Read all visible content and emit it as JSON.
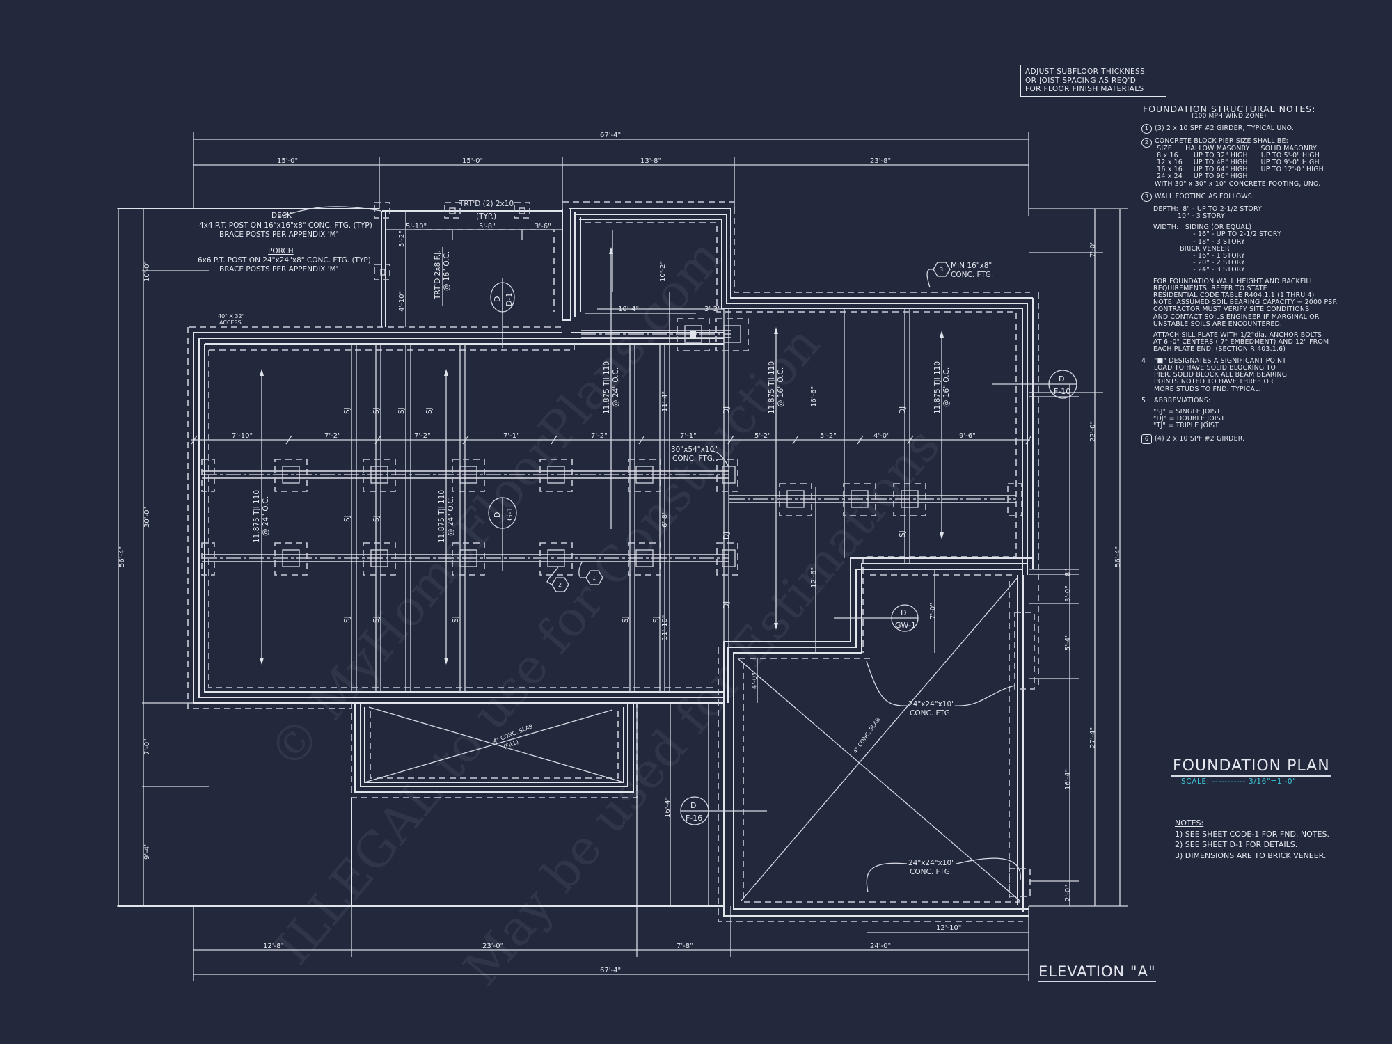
{
  "sheet": {
    "title": "FOUNDATION PLAN",
    "scale_label": "SCALE: ----------- 3/16\"=1'-0\"",
    "elevation_label": "ELEVATION \"A\"",
    "colors": {
      "background": "#23293d",
      "linework": "#e2e4ec",
      "scale_accent": "#3ec7d8"
    }
  },
  "adjust_note": {
    "lines": [
      "ADJUST SUBFLOOR THICKNESS",
      "OR JOIST SPACING AS REQ'D",
      "FOR FLOOR FINISH MATERIALS"
    ]
  },
  "structural_notes": {
    "title": "FOUNDATION STRUCTURAL NOTES:",
    "subtitle": "(100 MPH WIND ZONE)",
    "items": [
      {
        "num": "1",
        "style": "circle",
        "text": "(3) 2 x 10 SPF #2 GIRDER, TYPICAL UNO."
      },
      {
        "num": "2",
        "style": "circle",
        "text": "CONCRETE BLOCK PIER SIZE SHALL BE:\n SIZE      HALLOW MASONRY     SOLID MASONRY\n 8 x 16       UP TO 32\" HIGH      UP TO 5'-0\" HIGH\n 12 x 16     UP TO 48\" HIGH      UP TO 9'-0\" HIGH\n 16 x 16     UP TO 64\" HIGH      UP TO 12'-0\" HIGH\n 24 x 24     UP TO 96\" HIGH\nWITH 30\" x 30\" x 10\" CONCRETE FOOTING, UNO."
      },
      {
        "num": "3",
        "style": "circle",
        "text": "WALL FOOTING AS FOLLOWS:"
      },
      {
        "num": "",
        "style": "none",
        "text": "DEPTH:  8\" - UP TO 2-1/2 STORY\n           10\" - 3 STORY"
      },
      {
        "num": "",
        "style": "none",
        "text": "WIDTH:   SIDING (OR EQUAL)\n                  - 16\" - UP TO 2-1/2 STORY\n                  - 18\" - 3 STORY\n            BRICK VENEER\n                  - 16\" - 1 STORY\n                  - 20\" - 2 STORY\n                  - 24\" - 3 STORY"
      },
      {
        "num": "",
        "style": "none",
        "text": "FOR FOUNDATION WALL HEIGHT AND BACKFILL\nREQUIREMENTS, REFER TO STATE\nRESIDENTIAL CODE TABLE R404.1.1 (1 THRU 4)\nNOTE: ASSUMED SOIL BEARING CAPACITY = 2000 PSF.\nCONTRACTOR MUST VERIFY SITE CONDITIONS\nAND CONTACT SOILS ENGINEER IF MARGINAL OR\nUNSTABLE SOILS ARE ENCOUNTERED."
      },
      {
        "num": "",
        "style": "none",
        "text": "ATTACH SILL PLATE WITH 1/2\"dia. ANCHOR BOLTS\nAT 6'-0\" CENTERS ( 7\" EMBEDMENT) AND 12\" FROM\nEACH PLATE END. (SECTION R 403.1.6)"
      },
      {
        "num": "4",
        "style": "plain",
        "text": "\"■\" DESIGNATES A SIGNIFICANT POINT\nLOAD TO HAVE SOLID BLOCKING TO\nPIER. SOLID BLOCK ALL BEAM BEARING\nPOINTS NOTED TO HAVE THREE OR\nMORE STUDS TO FND. TYPICAL."
      },
      {
        "num": "5",
        "style": "plain",
        "text": "ABBREVIATIONS:"
      },
      {
        "num": "",
        "style": "none",
        "text": "\"SJ\" = SINGLE JOIST\n\"DJ\" = DOUBLE JOIST\n\"TJ\" = TRIPLE JOIST"
      },
      {
        "num": "6",
        "style": "hex",
        "text": "(4) 2 x 10 SPF #2 GIRDER."
      }
    ]
  },
  "general_notes": {
    "heading": "NOTES:",
    "items": [
      "1)  SEE SHEET CODE-1 FOR FND. NOTES.",
      "2)  SEE SHEET D-1 FOR DETAILS.",
      "3)  DIMENSIONS ARE TO BRICK VENEER."
    ]
  },
  "dimensions": {
    "top_overall": "67'-4\"",
    "top_segments": [
      "15'-0\"",
      "15'-0\"",
      "13'-8\"",
      "23'-8\""
    ],
    "bottom_overall": "67'-4\"",
    "bottom_segments": [
      "12'-8\"",
      "23'-0\"",
      "7'-8\"",
      "24'-0\""
    ],
    "bottom_inner": "12'-10\"",
    "left_overall": "56'-4\"",
    "left_segments": [
      "10'-0\"",
      "30'-0\"",
      "7'-0\"",
      "9'-4\""
    ],
    "right_overall": "56'-4\"",
    "right_segments": [
      "7'-0\"",
      "22'-0\"",
      "27'-4\""
    ],
    "right_inner": [
      "8\"",
      "3'-0\"",
      "5'-4\"",
      "16'-4\"",
      "2'-0\""
    ],
    "deck_dims": [
      "5'-10\"",
      "5'-8\"",
      "3'-6\"",
      "5'-2\"",
      "4'-10\""
    ],
    "pier_row": [
      "7'-10\"",
      "7'-2\"",
      "7'-2\"",
      "7'-1\"",
      "7'-2\"",
      "7'-1\"",
      "5'-2\"",
      "5'-2\"",
      "4'-0\"",
      "9'-6\""
    ],
    "interior": {
      "d1": "10'-4\"",
      "d2": "3'-2\"",
      "d3": "10'-2\"",
      "d4": "11'-4\"",
      "d5": "6'-8\"",
      "d6": "11'-10\"",
      "d7": "16'-6\"",
      "d8": "12'-6\"",
      "d9": "7'-0\"",
      "d10": "4'-0\"",
      "d11": "16'-4\""
    }
  },
  "callouts": {
    "deck_title": "DECK",
    "deck_line1": "4x4 P.T. POST ON 16\"x16\"x8\" CONC. FTG. (TYP)",
    "deck_line2": "BRACE POSTS PER APPENDIX 'M'",
    "porch_title": "PORCH",
    "porch_line1": "6x6 P.T. POST ON 24\"x24\"x8\" CONC. FTG. (TYP)",
    "porch_line2": "BRACE POSTS PER APPENDIX 'M'",
    "access_line1": "40\" X 32\"",
    "access_line2": "ACCESS",
    "trtd_beam": "TRT'D (2) 2x10",
    "trtd_typ": "(TYP.)",
    "trtd_joist_1": "TRT'D 2x8 F.J.",
    "trtd_joist_2": "@ 16\" O.C.",
    "min_ftg_num": "3",
    "min_ftg_1": "MIN 16\"x8\"",
    "min_ftg_2": "CONC. FTG.",
    "big_ftg_1": "30\"x54\"x10\"",
    "big_ftg_2": "CONC. FTG.",
    "conc_ftg_a1": "24\"x24\"x10\"",
    "conc_ftg_a2": "CONC. FTG.",
    "conc_ftg_b1": "24\"x24\"x10\"",
    "conc_ftg_b2": "CONC. FTG.",
    "slab_fill_1": "4\" CONC. SLAB",
    "slab_fill_2": "(FILL)",
    "slab_garage": "4\" CONC. SLAB",
    "hex_1": "1",
    "hex_2": "2",
    "tji_24_1": "11.875 TJI 110",
    "tji_24_2": "@ 24\" O.C.",
    "tji_16_1": "11.875 TJI 110",
    "tji_16_2": "@ 16\" O.C.",
    "sj": "SJ",
    "dj": "DJ"
  },
  "section_tags": [
    {
      "top": "D",
      "bottom": "D-1"
    },
    {
      "top": "D",
      "bottom": "G-1"
    },
    {
      "top": "D",
      "bottom": "F-10"
    },
    {
      "top": "D",
      "bottom": "GW-1"
    },
    {
      "top": "D",
      "bottom": "F-16"
    }
  ],
  "watermark": {
    "line1": "© MyHomeFloorPlans.com",
    "line2": "ILLEGAL to use for Construction",
    "line3": "May be used for Estimations"
  }
}
